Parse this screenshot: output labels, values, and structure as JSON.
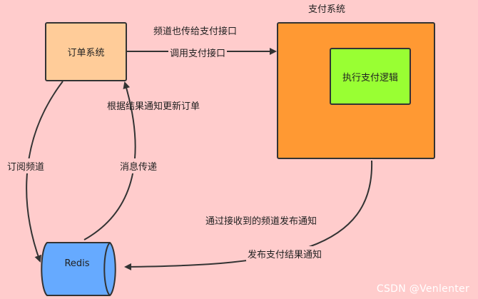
{
  "nodes": {
    "order_system": "订单系统",
    "payment_system_title": "支付系统",
    "execute_payment_logic": "执行支付逻辑",
    "redis": "Redis"
  },
  "edges": {
    "channel_sent_to_payment_api": "频道也传给支付接口",
    "call_payment_api": "调用支付接口",
    "update_order_by_result": "根据结果通知更新订单",
    "subscribe_channel": "订阅频道",
    "message_delivery": "消息传递",
    "publish_via_received_channel": "通过接收到的频道发布通知",
    "publish_payment_result": "发布支付结果通知"
  },
  "watermark": "CSDN @Venlenter",
  "colors": {
    "background": "#ffcccc",
    "order_system_fill": "#ffcc99",
    "payment_system_fill": "#ff9933",
    "execute_logic_fill": "#99ff33",
    "redis_fill": "#66aaff",
    "stroke": "#333333"
  }
}
